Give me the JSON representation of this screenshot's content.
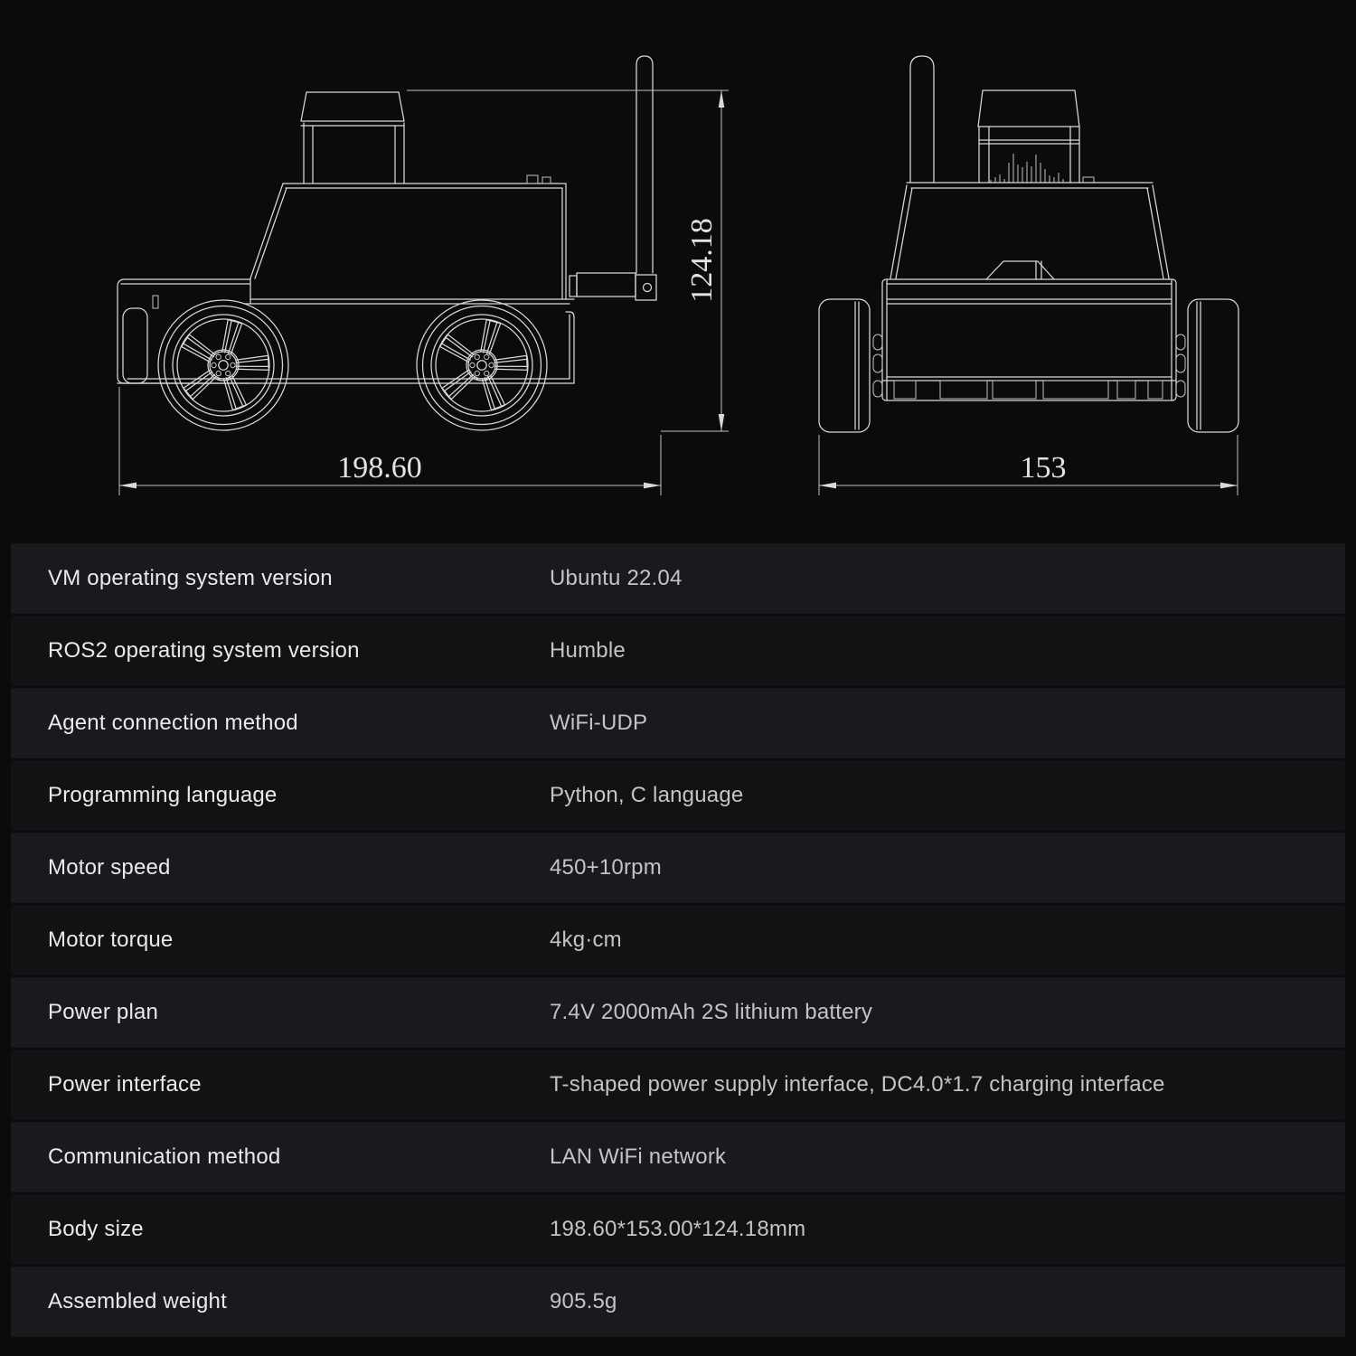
{
  "page": {
    "background_color": "#0b0b0c",
    "row_light_color": "#191a1d",
    "row_dark_color": "#121214",
    "label_text_color": "#eaeaec",
    "value_text_color": "#c2c4c6",
    "line_color": "#d9d9d9"
  },
  "diagram": {
    "side_view": {
      "description": "side wireframe drawing of robot car with lidar and antenna",
      "width_label": "198.60",
      "height_label": "124.18"
    },
    "front_view": {
      "description": "front wireframe drawing of robot car with lidar and antenna",
      "width_label": "153"
    }
  },
  "spec_table": {
    "rows": [
      {
        "label": "VM operating system version",
        "value": "Ubuntu 22.04"
      },
      {
        "label": "ROS2 operating system version",
        "value": "Humble"
      },
      {
        "label": "Agent connection method",
        "value": "WiFi-UDP"
      },
      {
        "label": "Programming language",
        "value": "Python, C language"
      },
      {
        "label": "Motor speed",
        "value": "450+10rpm"
      },
      {
        "label": "Motor torque",
        "value": "4kg·cm"
      },
      {
        "label": "Power plan",
        "value": "7.4V 2000mAh 2S lithium battery"
      },
      {
        "label": "Power interface",
        "value": "T-shaped power supply interface, DC4.0*1.7 charging interface"
      },
      {
        "label": "Communication method",
        "value": "LAN WiFi network"
      },
      {
        "label": "Body size",
        "value": "198.60*153.00*124.18mm"
      },
      {
        "label": "Assembled weight",
        "value": "905.5g"
      }
    ]
  }
}
